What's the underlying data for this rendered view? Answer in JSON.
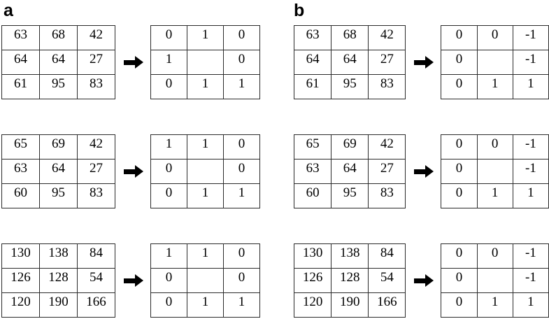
{
  "figure": {
    "panels": [
      {
        "label": "a",
        "examples": [
          {
            "source": [
              [
                "63",
                "68",
                "42"
              ],
              [
                "64",
                "64",
                "27"
              ],
              [
                "61",
                "95",
                "83"
              ]
            ],
            "result": [
              [
                "0",
                "1",
                "0"
              ],
              [
                "1",
                "",
                "0"
              ],
              [
                "0",
                "1",
                "1"
              ]
            ],
            "arrow": "arrow-right-icon"
          },
          {
            "source": [
              [
                "65",
                "69",
                "42"
              ],
              [
                "63",
                "64",
                "27"
              ],
              [
                "60",
                "95",
                "83"
              ]
            ],
            "result": [
              [
                "1",
                "1",
                "0"
              ],
              [
                "0",
                "",
                "0"
              ],
              [
                "0",
                "1",
                "1"
              ]
            ],
            "arrow": "arrow-right-icon"
          },
          {
            "source": [
              [
                "130",
                "138",
                "84"
              ],
              [
                "126",
                "128",
                "54"
              ],
              [
                "120",
                "190",
                "166"
              ]
            ],
            "result": [
              [
                "1",
                "1",
                "0"
              ],
              [
                "0",
                "",
                "0"
              ],
              [
                "0",
                "1",
                "1"
              ]
            ],
            "arrow": "arrow-right-icon"
          }
        ]
      },
      {
        "label": "b",
        "examples": [
          {
            "source": [
              [
                "63",
                "68",
                "42"
              ],
              [
                "64",
                "64",
                "27"
              ],
              [
                "61",
                "95",
                "83"
              ]
            ],
            "result": [
              [
                "0",
                "0",
                "-1"
              ],
              [
                "0",
                "",
                "-1"
              ],
              [
                "0",
                "1",
                "1"
              ]
            ],
            "arrow": "arrow-right-icon"
          },
          {
            "source": [
              [
                "65",
                "69",
                "42"
              ],
              [
                "63",
                "64",
                "27"
              ],
              [
                "60",
                "95",
                "83"
              ]
            ],
            "result": [
              [
                "0",
                "0",
                "-1"
              ],
              [
                "0",
                "",
                "-1"
              ],
              [
                "0",
                "1",
                "1"
              ]
            ],
            "arrow": "arrow-right-icon"
          },
          {
            "source": [
              [
                "130",
                "138",
                "84"
              ],
              [
                "126",
                "128",
                "54"
              ],
              [
                "120",
                "190",
                "166"
              ]
            ],
            "result": [
              [
                "0",
                "0",
                "-1"
              ],
              [
                "0",
                "",
                "-1"
              ],
              [
                "0",
                "1",
                "1"
              ]
            ],
            "arrow": "arrow-right-icon"
          }
        ]
      }
    ]
  },
  "colors": {
    "ink": "#000000",
    "grid_line": "#2b2b2b",
    "background": "#ffffff"
  }
}
